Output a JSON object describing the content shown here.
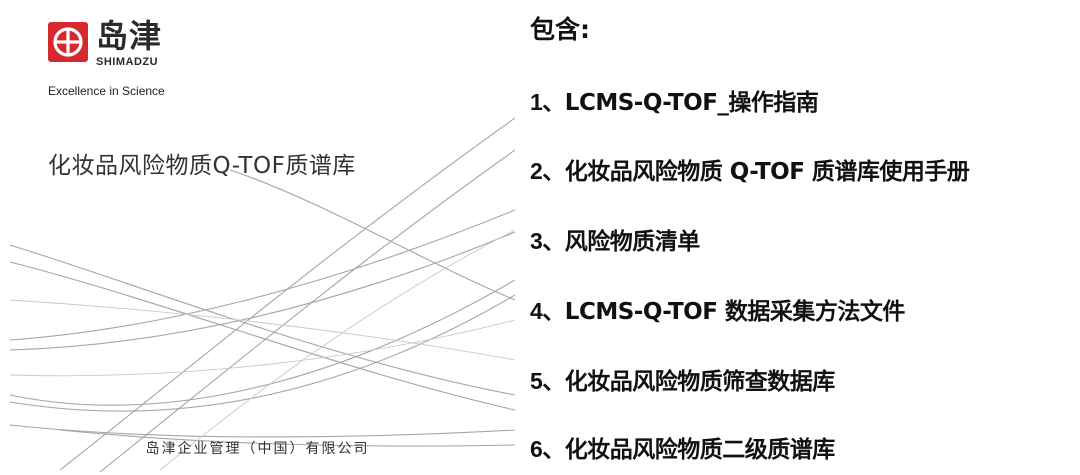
{
  "cover": {
    "logo_cn": "岛津",
    "logo_en": "SHIMADZU",
    "tagline": "Excellence in Science",
    "title": "化妆品风险物质Q-TOF质谱库",
    "footer": "岛津企业管理（中国）有限公司",
    "colors": {
      "logo_red": "#d7282f",
      "line_gray": "#9a9a9a"
    },
    "icon": "shimadzu-logo-icon"
  },
  "contents": {
    "heading": "包含:",
    "items": [
      {
        "num": "1、",
        "text": "LCMS-Q-TOF_操作指南"
      },
      {
        "num": "2、",
        "text": "化妆品风险物质 Q-TOF 质谱库使用手册"
      },
      {
        "num": "3、",
        "text": "风险物质清单"
      },
      {
        "num": "4、",
        "text": "LCMS-Q-TOF 数据采集方法文件"
      },
      {
        "num": "5、",
        "text": "化妆品风险物质筛查数据库"
      },
      {
        "num": "6、",
        "text": "化妆品风险物质二级质谱库"
      }
    ]
  }
}
